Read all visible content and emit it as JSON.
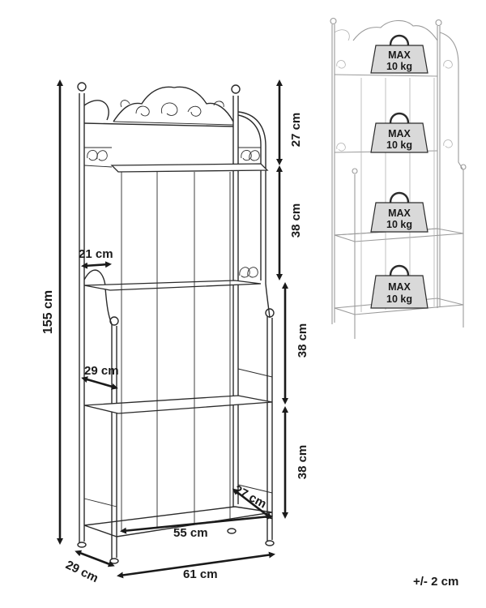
{
  "dimensions": {
    "total_height": "155 cm",
    "top_section": "27 cm",
    "section_2": "38 cm",
    "section_3": "38 cm",
    "section_4": "38 cm",
    "shelf_depth_small": "21 cm",
    "shelf_depth_mid": "29 cm",
    "bottom_depth": "27 cm",
    "inner_width": "55 cm",
    "outer_width": "61 cm",
    "outer_depth": "29 cm"
  },
  "weight_labels": [
    {
      "line1": "MAX",
      "line2": "10 kg"
    },
    {
      "line1": "MAX",
      "line2": "10 kg"
    },
    {
      "line1": "MAX",
      "line2": "10 kg"
    },
    {
      "line1": "MAX",
      "line2": "10 kg"
    }
  ],
  "tolerance": "+/- 2 cm",
  "colors": {
    "line": "#2b2b2b",
    "ghost_line": "#9a9a9a",
    "weight_fill": "#d9d9d9",
    "text": "#1a1a1a"
  }
}
